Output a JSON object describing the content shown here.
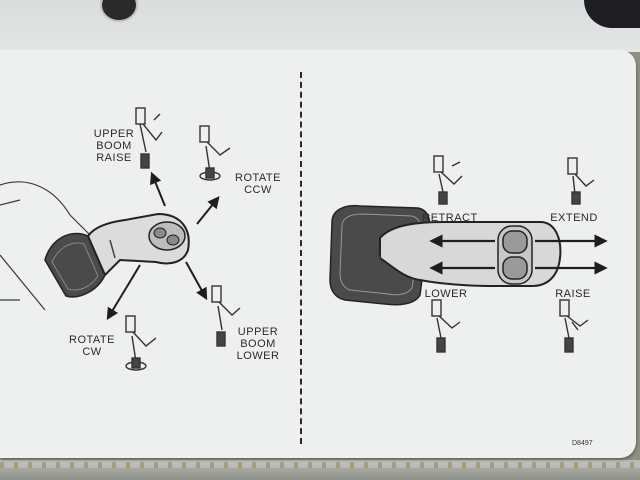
{
  "left_panel": {
    "upper_boom_raise": [
      "UPPER",
      "BOOM",
      "RAISE"
    ],
    "rotate_ccw": [
      "ROTATE",
      "CCW"
    ],
    "rotate_cw": [
      "ROTATE",
      "CW"
    ],
    "upper_boom_lower": [
      "UPPER",
      "BOOM",
      "LOWER"
    ]
  },
  "right_panel": {
    "retract": "RETRACT",
    "extend": "EXTEND",
    "lower": "LOWER",
    "raise": "RAISE"
  },
  "decal_code": "D8497"
}
